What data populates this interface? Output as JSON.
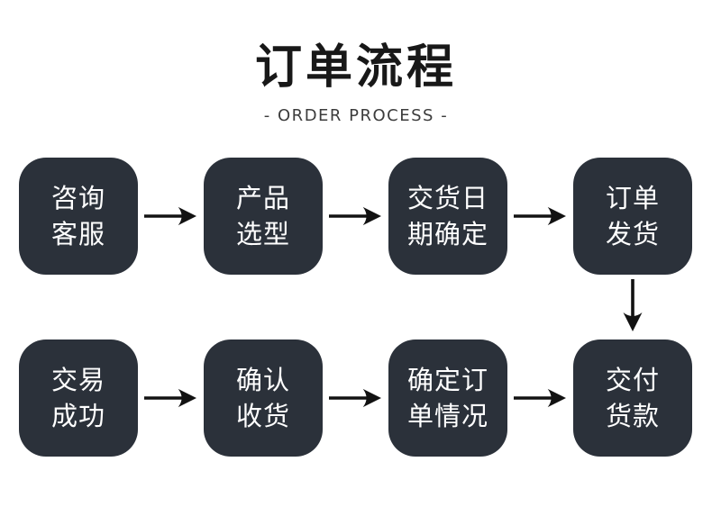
{
  "header": {
    "title": "订单流程",
    "subtitle": "- ORDER PROCESS -"
  },
  "colors": {
    "box_background": "#2b313a",
    "box_text": "#ffffff",
    "arrow": "#121212",
    "title_text": "#181818",
    "subtitle_text": "#3c3c3c",
    "page_background": "#ffffff"
  },
  "flow": {
    "rows": [
      {
        "steps": [
          {
            "label": "咨询客服",
            "lines": [
              "咨询",
              "客服"
            ]
          },
          {
            "label": "产品选型",
            "lines": [
              "产品",
              "选型"
            ]
          },
          {
            "label": "交货日期确定",
            "lines": [
              "交货日",
              "期确定"
            ]
          },
          {
            "label": "订单发货",
            "lines": [
              "订单",
              "发货"
            ]
          }
        ]
      },
      {
        "steps": [
          {
            "label": "交易成功",
            "lines": [
              "交易",
              "成功"
            ]
          },
          {
            "label": "确认收货",
            "lines": [
              "确认",
              "收货"
            ]
          },
          {
            "label": "确定订单情况",
            "lines": [
              "确定订",
              "单情况"
            ]
          },
          {
            "label": "交付货款",
            "lines": [
              "交付",
              "货款"
            ]
          }
        ]
      }
    ],
    "connectors": {
      "horizontal_direction": "right",
      "vertical_direction": "down",
      "horizontal_count": 6,
      "vertical_count": 1
    }
  }
}
